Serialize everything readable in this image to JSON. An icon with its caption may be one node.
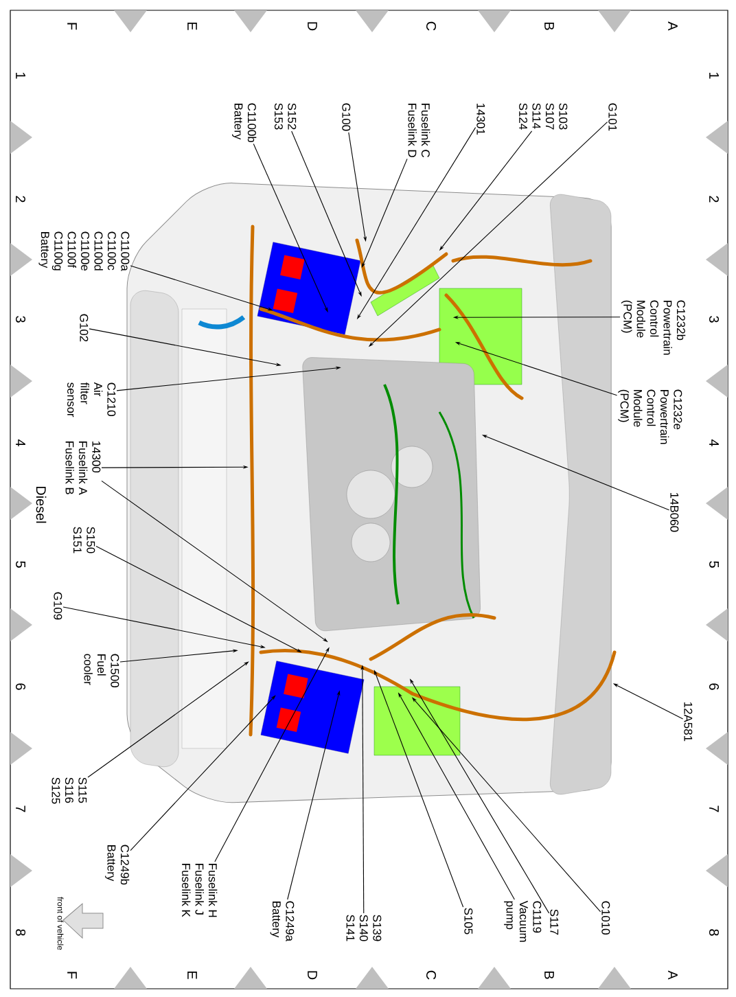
{
  "diagram": {
    "nodes": [
      {
        "text": [
          "G101"
        ]
      },
      {
        "text": [
          "S103",
          "S107",
          "S114",
          "S124"
        ]
      },
      {
        "text": [
          "14301"
        ]
      },
      {
        "text": [
          "Fuselink C",
          "Fuselink D"
        ]
      },
      {
        "text": [
          "G100"
        ]
      },
      {
        "text": [
          "S152",
          "S153"
        ]
      },
      {
        "text": [
          "C1100b",
          "Battery"
        ]
      },
      {
        "text": [
          "C1100a",
          "C1100c",
          "C1100d",
          "C1100e",
          "C1100f",
          "C1100g",
          "Battery"
        ]
      },
      {
        "text": [
          "G102"
        ]
      },
      {
        "text": [
          "C1210",
          "Air filter sensor"
        ]
      },
      {
        "text": [
          "14300",
          "Fuselink A",
          "Fuselink B"
        ]
      },
      {
        "text": [
          "S150",
          "S151"
        ]
      },
      {
        "text": [
          "G109"
        ]
      },
      {
        "text": [
          "C1500",
          "Fuel cooler"
        ]
      },
      {
        "text": [
          "S115",
          "S116",
          "S125"
        ]
      },
      {
        "text": [
          "C1249b",
          "Battery"
        ]
      },
      {
        "text": [
          "Fuselink H",
          "Fuselink J",
          "Fuselink K"
        ]
      },
      {
        "text": [
          "C1249a",
          "Battery"
        ]
      },
      {
        "text": [
          "S139",
          "S140",
          "S141"
        ]
      },
      {
        "text": [
          "S105"
        ]
      },
      {
        "text": [
          "C1119",
          "Vacuum pump"
        ]
      },
      {
        "text": [
          "S117"
        ]
      },
      {
        "text": [
          "C1010"
        ]
      },
      {
        "text": [
          "12A581"
        ]
      },
      {
        "text": [
          "14B060"
        ]
      },
      {
        "text": [
          "C1232e",
          "Powertrain Control Module (PCM)"
        ]
      },
      {
        "text": [
          "C1232b",
          "Powertrain Control Module (PCM)"
        ]
      },
      {
        "text": [],
        "shape": "picture"
      },
      {
        "text": [],
        "shape": "picture",
        "in": 27
      },
      {
        "text": [],
        "shape": "picture",
        "in": 27
      },
      {
        "text": [],
        "shape": "picture",
        "in": 27
      },
      {
        "text": [],
        "shape": "picture",
        "in": 27
      },
      {
        "text": [],
        "shape": "picture",
        "in": 27
      },
      {
        "text": [],
        "shape": "picture",
        "in": 27
      },
      {
        "text": [],
        "shape": "picture",
        "in": 27
      }
    ],
    "edges": [
      {
        "from": 0,
        "to": 27,
        "arrow": "to"
      },
      {
        "from": 1,
        "to": 27,
        "arrow": "to"
      },
      {
        "from": 2,
        "to": 27,
        "arrow": "to"
      },
      {
        "from": 3,
        "to": 27,
        "arrow": "to"
      },
      {
        "from": 4,
        "to": 27,
        "arrow": "to"
      },
      {
        "from": 5,
        "to": 27,
        "arrow": "to"
      },
      {
        "from": 6,
        "to": 31,
        "arrow": "to"
      },
      {
        "from": 7,
        "to": 31,
        "arrow": "to"
      },
      {
        "from": 8,
        "to": 27,
        "arrow": "to"
      },
      {
        "from": 9,
        "to": 33,
        "arrow": "to"
      },
      {
        "from": 10,
        "to": 27,
        "arrow": "to"
      },
      {
        "from": 10,
        "to": 27,
        "arrow": "to"
      },
      {
        "from": 11,
        "to": 27,
        "arrow": "to"
      },
      {
        "from": 12,
        "to": 27,
        "arrow": "to"
      },
      {
        "from": 13,
        "to": 27,
        "arrow": "to"
      },
      {
        "from": 14,
        "to": 27,
        "arrow": "to"
      },
      {
        "from": 15,
        "to": 32,
        "arrow": "to"
      },
      {
        "from": 16,
        "to": 27,
        "arrow": "to"
      },
      {
        "from": 17,
        "to": 32,
        "arrow": "to"
      },
      {
        "from": 18,
        "to": 27,
        "arrow": "to"
      },
      {
        "from": 19,
        "to": 27,
        "arrow": "to"
      },
      {
        "from": 20,
        "to": 29,
        "arrow": "to"
      },
      {
        "from": 21,
        "to": 27,
        "arrow": "to"
      },
      {
        "from": 22,
        "to": 29,
        "arrow": "to"
      },
      {
        "from": 23,
        "to": 27,
        "arrow": "to"
      },
      {
        "from": 24,
        "to": 27,
        "arrow": "to"
      },
      {
        "from": 25,
        "to": 28,
        "arrow": "to"
      },
      {
        "from": 26,
        "to": 28,
        "arrow": "to"
      }
    ],
    "labels": [
      "A",
      "B",
      "C",
      "D",
      "E",
      "F",
      "1",
      "2",
      "3",
      "4",
      "5",
      "6",
      "7",
      "8",
      "1",
      "2",
      "3",
      "4",
      "5",
      "6",
      "7",
      "8",
      "A",
      "B",
      "C",
      "D",
      "E",
      "F",
      "Diesel",
      "front of vehicle"
    ]
  }
}
